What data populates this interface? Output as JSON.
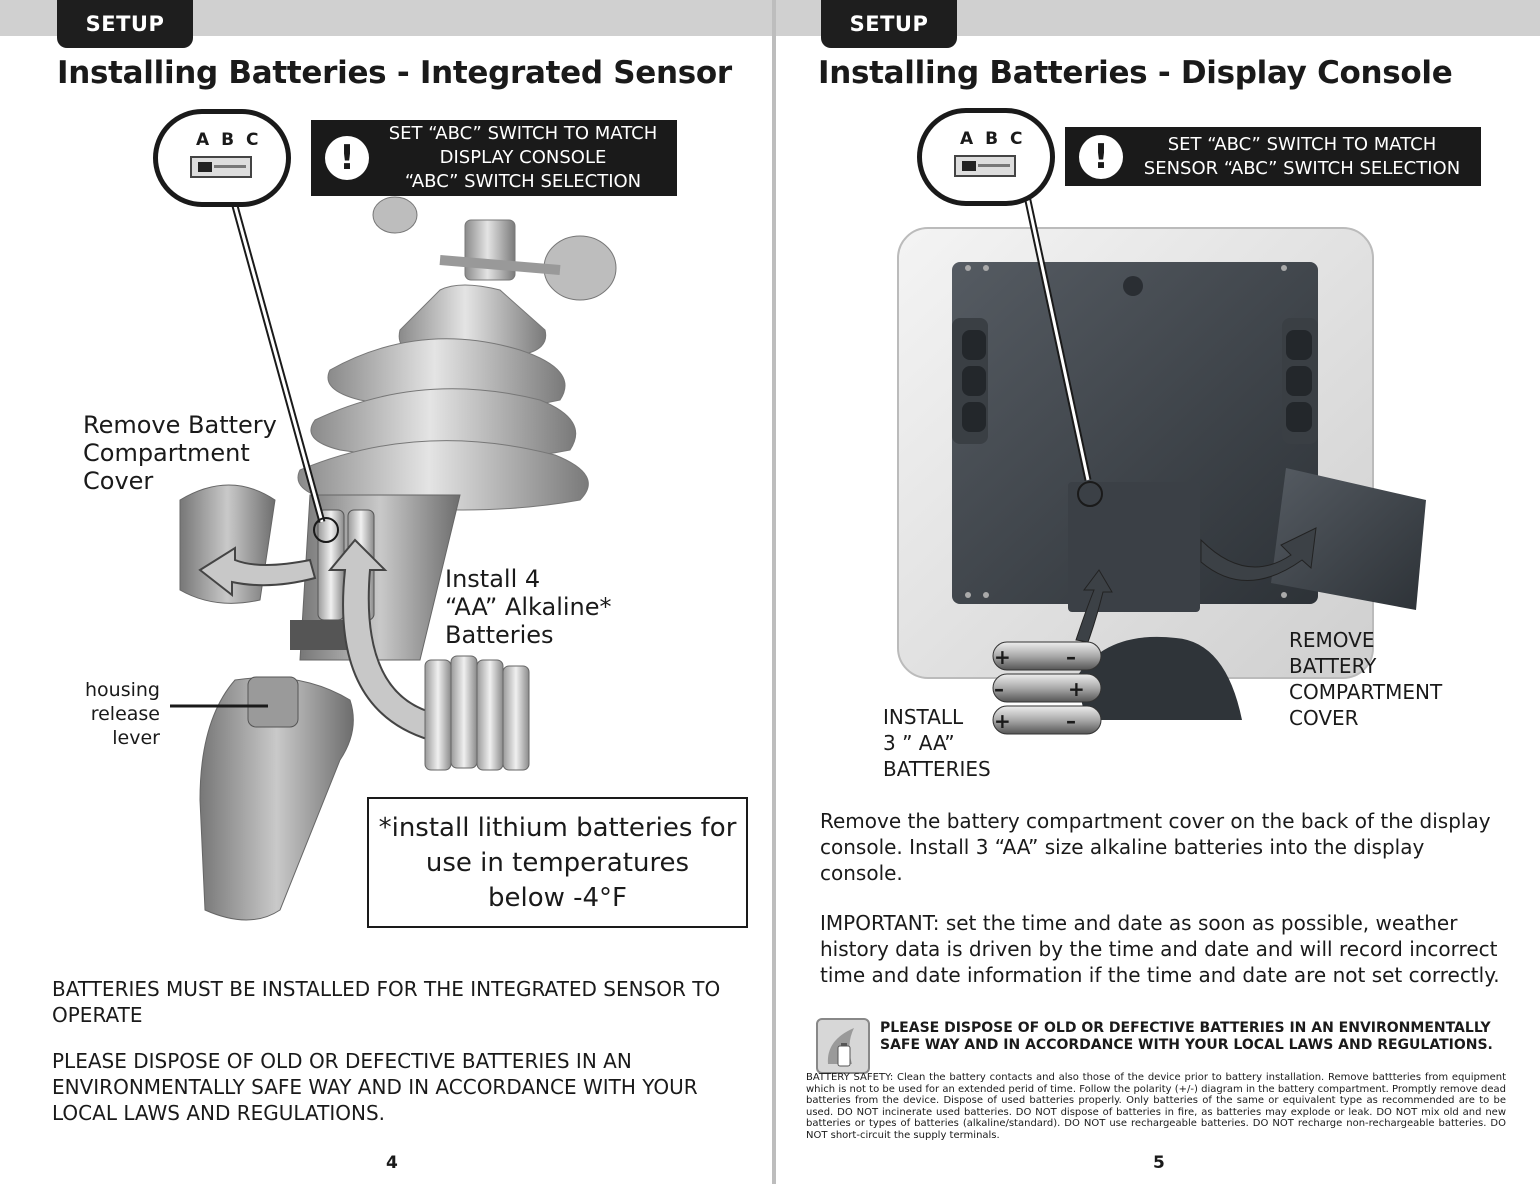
{
  "left": {
    "tab": "SETUP",
    "title": "Installing Batteries - Integrated Sensor",
    "switch_label": "A B C",
    "warning": "SET “ABC” SWITCH TO MATCH\nDISPLAY CONSOLE\n“ABC” SWITCH SELECTION",
    "warning_icon": "exclamation-icon",
    "callout_remove": "Remove Battery\nCompartment\nCover",
    "callout_install": "Install 4\n“AA” Alkaline*\nBatteries",
    "callout_lever": "housing release\nlever",
    "note": "*install lithium batteries for\nuse in temperatures\nbelow -4°F",
    "para1": "BATTERIES MUST BE INSTALLED FOR THE INTEGRATED SENSOR TO OPERATE",
    "para2": "PLEASE DISPOSE OF OLD OR DEFECTIVE BATTERIES IN AN ENVIRONMENTALLY SAFE WAY AND IN ACCORDANCE WITH YOUR LOCAL LAWS AND REGULATIONS.",
    "page_number": "4"
  },
  "right": {
    "tab": "SETUP",
    "title": "Installing Batteries - Display Console",
    "switch_label": "A B C",
    "warning": "SET “ABC” SWITCH TO MATCH\nSENSOR “ABC” SWITCH SELECTION",
    "warning_icon": "exclamation-icon",
    "callout_install": "INSTALL\n3 ” AA”\nBATTERIES",
    "callout_remove": "REMOVE\nBATTERY\nCOMPARTMENT\nCOVER",
    "battery_plus": "+",
    "battery_minus": "–",
    "para1": "Remove the battery compartment cover on the back of the display console. Install 3 “AA” size alkaline batteries into the display console.",
    "para2": "IMPORTANT: set the time and date as soon as possible, weather history data is driven by the time and date and will record incorrect time and date information if the time and date are not set correctly.",
    "dispose": "PLEASE DISPOSE OF OLD OR DEFECTIVE BATTERIES IN AN ENVIRONMENTALLY SAFE WAY AND IN ACCORDANCE WITH YOUR LOCAL LAWS AND REGULATIONS.",
    "safety": "BATTERY SAFETY: Clean the battery contacts and also those of the device prior to battery installation. Remove battteries from equipment which is not to be used for an extended perid of time. Follow the polarity (+/-) diagram in the battery compartment. Promptly remove dead batteries from the device. Dispose of used batteries properly. Only batteries of the same or equivalent type as recommended are to be used. DO NOT incinerate used batteries. DO NOT dispose of batteries in fire, as batteries may explode or leak. DO NOT mix old and new batteries or types of batteries (alkaline/standard). DO NOT use rechargeable batteries. DO NOT recharge non-rechargeable batteries. DO NOT short-circuit the supply terminals.",
    "page_number": "5"
  }
}
